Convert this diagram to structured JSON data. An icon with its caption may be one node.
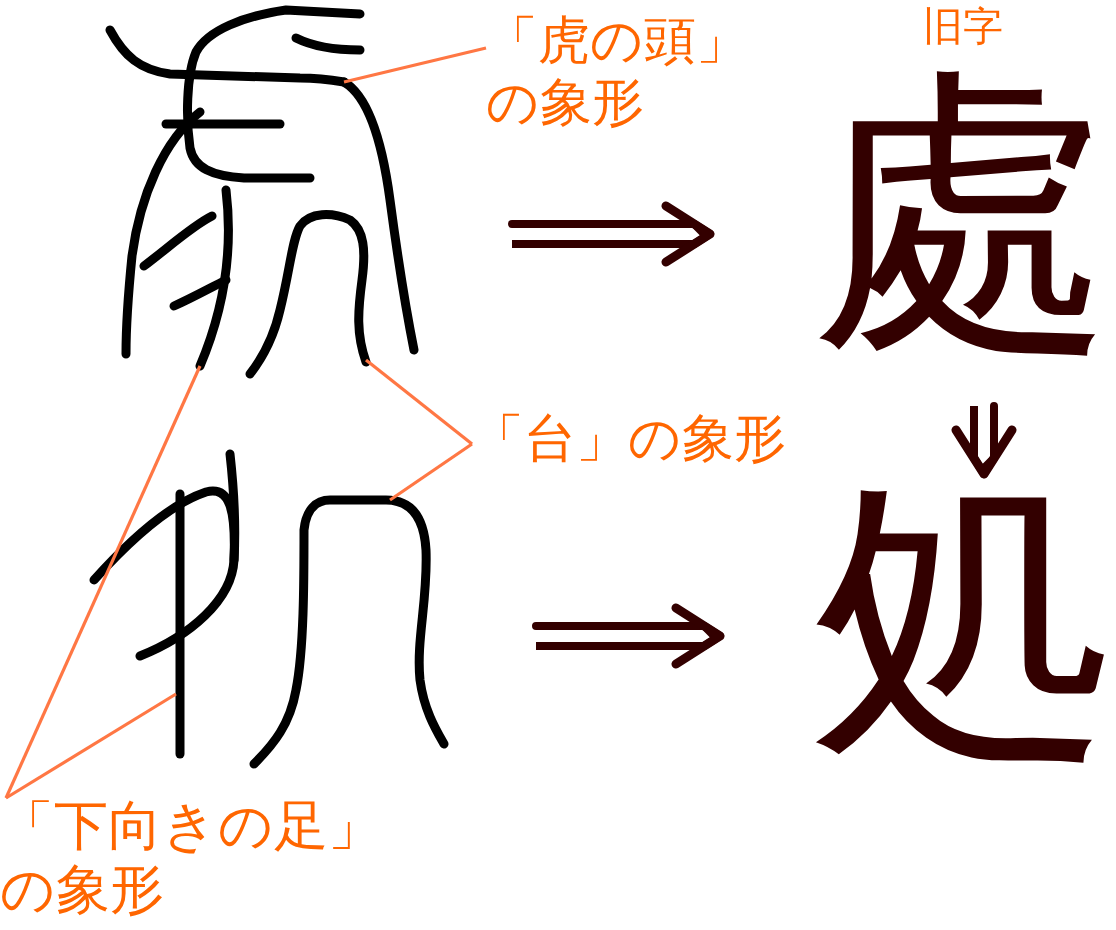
{
  "diagram": {
    "nodes": [
      {
        "text": [],
        "shape": "picture"
      },
      {
        "text": [],
        "shape": "picture",
        "in": 0
      },
      {
        "text": [],
        "shape": "picture",
        "in": 0
      },
      {
        "text": [],
        "shape": "picture",
        "in": 0
      },
      {
        "text": [
          "「虎の頭」の象形"
        ]
      },
      {
        "text": [
          "處"
        ],
        "beside": [
          "旧字"
        ]
      },
      {
        "text": [
          "「台」の象形"
        ]
      },
      {
        "text": [],
        "shape": "picture"
      },
      {
        "text": [],
        "shape": "picture",
        "in": 7
      },
      {
        "text": [],
        "shape": "picture",
        "in": 7
      },
      {
        "text": [
          "処"
        ]
      },
      {
        "text": [
          "「下向きの足」の象形"
        ]
      }
    ],
    "edges": [
      {
        "from": 4,
        "to": 1,
        "arrow": "none"
      },
      {
        "from": 0,
        "to": 5,
        "arrow": "to",
        "style": "thick",
        "color": "#330000"
      },
      {
        "from": 6,
        "to": 2,
        "arrow": "none"
      },
      {
        "from": 6,
        "to": 9,
        "arrow": "none"
      },
      {
        "from": 5,
        "to": 10,
        "arrow": "to",
        "style": "thick",
        "color": "#330000"
      },
      {
        "from": 11,
        "to": 3,
        "arrow": "none"
      },
      {
        "from": 11,
        "to": 8,
        "arrow": "none"
      },
      {
        "from": 7,
        "to": 10,
        "arrow": "to",
        "style": "thick",
        "color": "#330000"
      }
    ]
  }
}
